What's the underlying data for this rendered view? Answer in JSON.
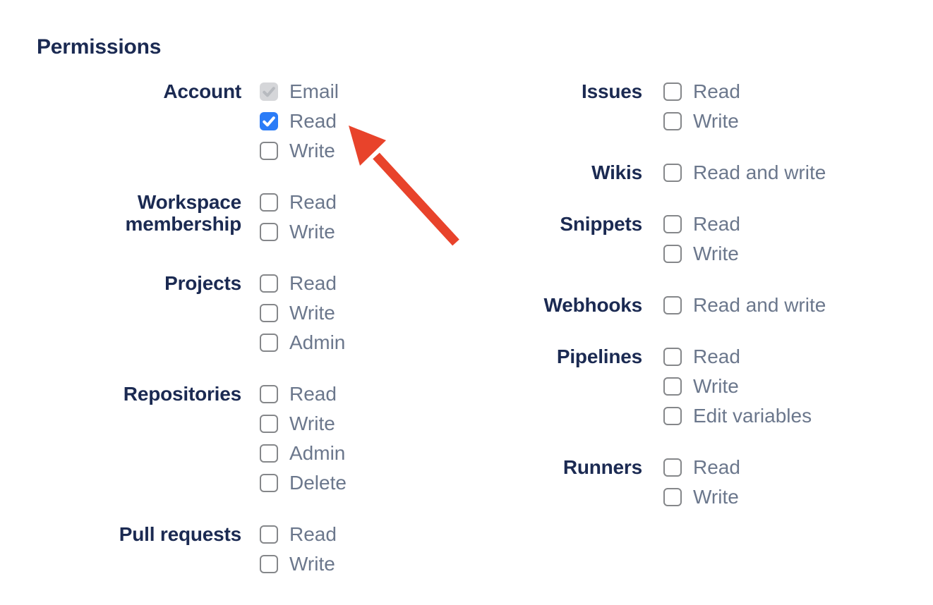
{
  "heading": "Permissions",
  "permissions": {
    "left": [
      {
        "label": "Account",
        "options": [
          {
            "label": "Email",
            "state": "checked-disabled"
          },
          {
            "label": "Read",
            "state": "checked"
          },
          {
            "label": "Write",
            "state": "unchecked"
          }
        ]
      },
      {
        "label": "Workspace membership",
        "options": [
          {
            "label": "Read",
            "state": "unchecked"
          },
          {
            "label": "Write",
            "state": "unchecked"
          }
        ]
      },
      {
        "label": "Projects",
        "options": [
          {
            "label": "Read",
            "state": "unchecked"
          },
          {
            "label": "Write",
            "state": "unchecked"
          },
          {
            "label": "Admin",
            "state": "unchecked"
          }
        ]
      },
      {
        "label": "Repositories",
        "options": [
          {
            "label": "Read",
            "state": "unchecked"
          },
          {
            "label": "Write",
            "state": "unchecked"
          },
          {
            "label": "Admin",
            "state": "unchecked"
          },
          {
            "label": "Delete",
            "state": "unchecked"
          }
        ]
      },
      {
        "label": "Pull requests",
        "options": [
          {
            "label": "Read",
            "state": "unchecked"
          },
          {
            "label": "Write",
            "state": "unchecked"
          }
        ]
      }
    ],
    "right": [
      {
        "label": "Issues",
        "options": [
          {
            "label": "Read",
            "state": "unchecked"
          },
          {
            "label": "Write",
            "state": "unchecked"
          }
        ]
      },
      {
        "label": "Wikis",
        "options": [
          {
            "label": "Read and write",
            "state": "unchecked"
          }
        ]
      },
      {
        "label": "Snippets",
        "options": [
          {
            "label": "Read",
            "state": "unchecked"
          },
          {
            "label": "Write",
            "state": "unchecked"
          }
        ]
      },
      {
        "label": "Webhooks",
        "options": [
          {
            "label": "Read and write",
            "state": "unchecked"
          }
        ]
      },
      {
        "label": "Pipelines",
        "options": [
          {
            "label": "Read",
            "state": "unchecked"
          },
          {
            "label": "Write",
            "state": "unchecked"
          },
          {
            "label": "Edit variables",
            "state": "unchecked"
          }
        ]
      },
      {
        "label": "Runners",
        "options": [
          {
            "label": "Read",
            "state": "unchecked"
          },
          {
            "label": "Write",
            "state": "unchecked"
          }
        ]
      }
    ]
  },
  "annotation": {
    "type": "arrow",
    "points_at": "Account Read checkbox",
    "color": "#e8432b"
  },
  "colors": {
    "heading_text": "#1b2a52",
    "group_label_text": "#1b2a52",
    "option_text": "#6b778c",
    "checked_blue": "#2b7cf7",
    "checkbox_border": "#85878a",
    "disabled_checkbox_bg": "#d5d6d9",
    "disabled_check": "#b7babf",
    "arrow_red": "#e8432b"
  }
}
